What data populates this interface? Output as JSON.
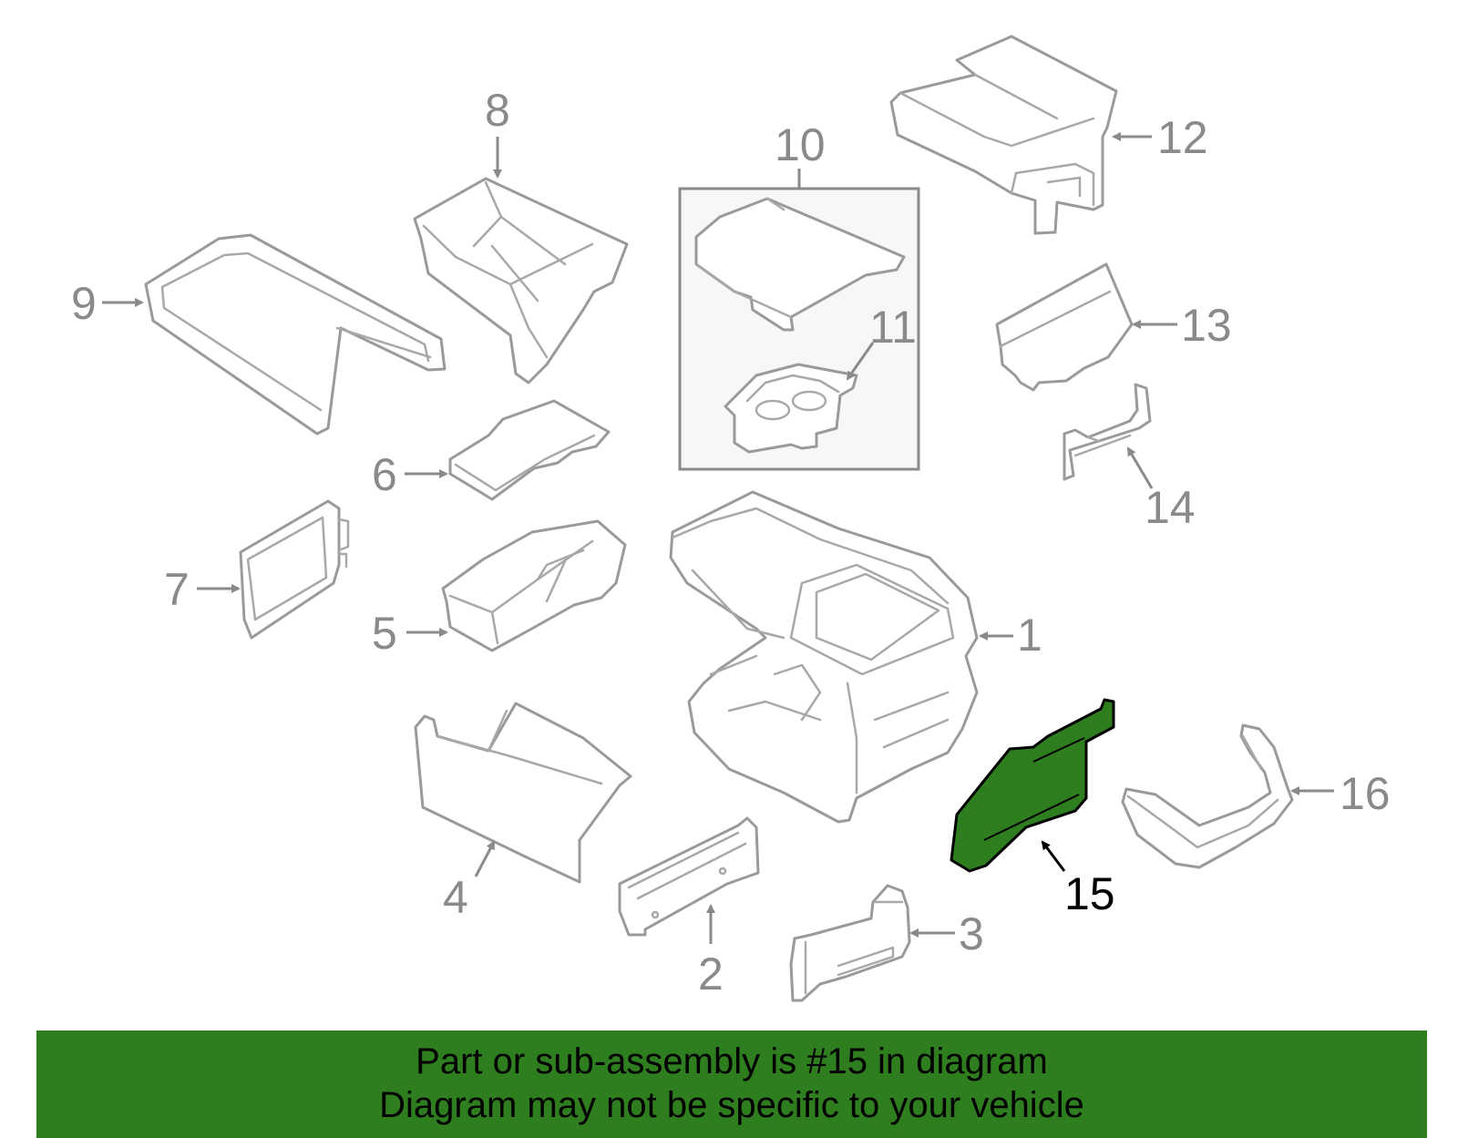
{
  "callouts": {
    "c1": "1",
    "c2": "2",
    "c3": "3",
    "c4": "4",
    "c5": "5",
    "c6": "6",
    "c7": "7",
    "c8": "8",
    "c9": "9",
    "c10": "10",
    "c11": "11",
    "c12": "12",
    "c13": "13",
    "c14": "14",
    "c15": "15",
    "c16": "16"
  },
  "highlight": {
    "part": "15",
    "color": "#2e7d1e"
  },
  "banner": {
    "line1": "Part or sub-assembly is #15 in diagram",
    "line2": "Diagram may not be specific to your vehicle",
    "color": "#2e7d1e"
  }
}
